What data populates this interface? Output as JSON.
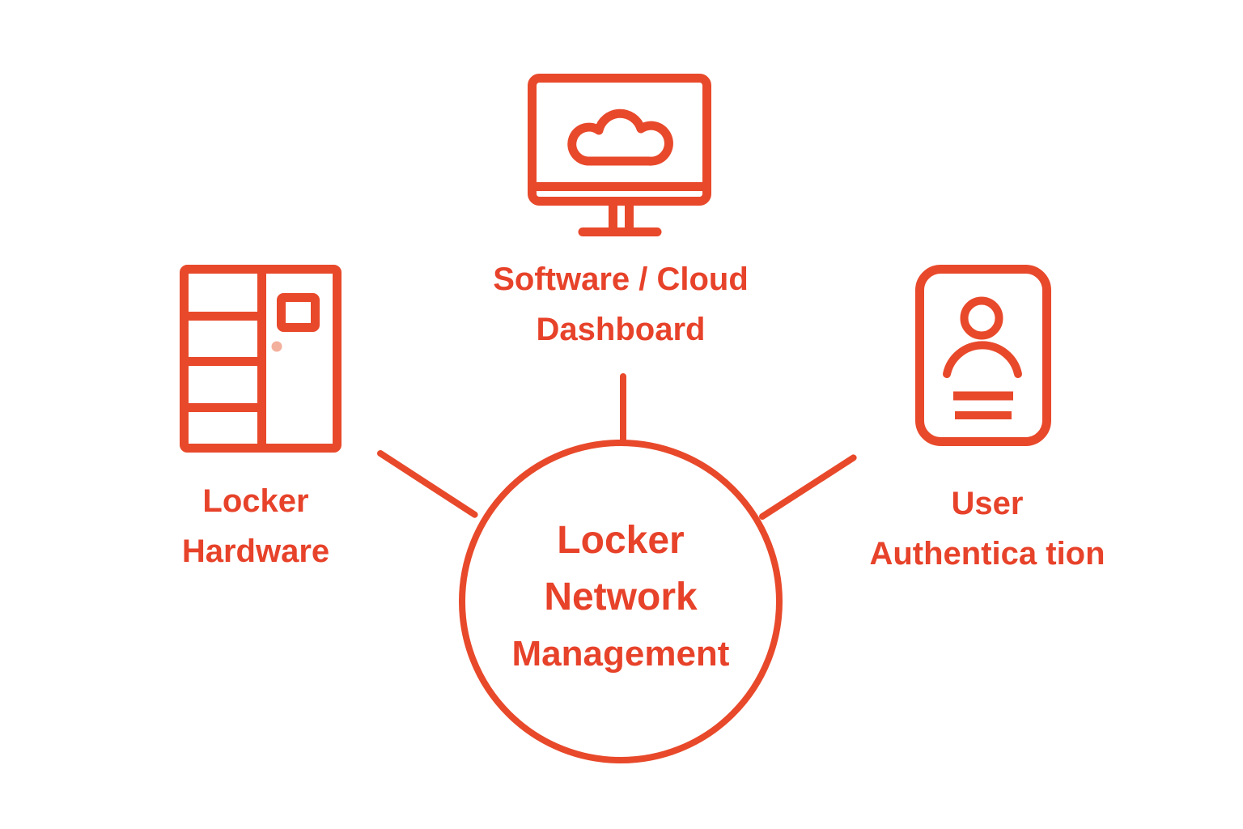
{
  "colors": {
    "background": "#FFFFFF",
    "accent": "#E8492B",
    "text": "#E7422A",
    "knob_dot": "#F3B09C"
  },
  "diagram": {
    "center_node": {
      "id": "locker-network-management",
      "line1": "Locker",
      "line2": "Network",
      "line3": "Management"
    },
    "nodes": [
      {
        "id": "locker-hardware",
        "icon": "locker-cabinet-icon",
        "label_line1": "Locker",
        "label_line2": "Hardware"
      },
      {
        "id": "software-cloud-dashboard",
        "icon": "monitor-cloud-icon",
        "label_line1": "Software / Cloud",
        "label_line2": "Dashboard"
      },
      {
        "id": "user-authentication",
        "icon": "id-card-user-icon",
        "label_line1": "User",
        "label_line2": "Authentica tion"
      }
    ]
  }
}
